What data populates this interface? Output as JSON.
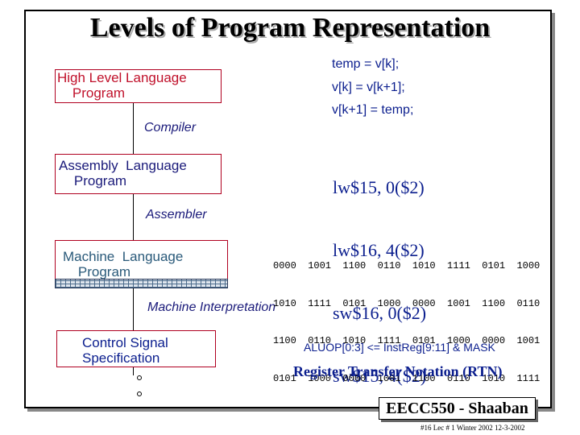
{
  "title": "Levels of Program Representation",
  "levels": {
    "high_level": "High Level Language\n    Program",
    "assembly": "Assembly  Language\n    Program",
    "machine": "Machine  Language\n    Program",
    "control_signal": "Control Signal\nSpecification"
  },
  "steps": {
    "compiler": "Compiler",
    "assembler": "Assembler",
    "machine_interpretation": "Machine Interpretation"
  },
  "high_level_code": [
    "temp = v[k];",
    "v[k] = v[k+1];",
    "v[k+1] = temp;"
  ],
  "assembly_code": [
    "lw$15, 0($2)",
    "lw$16, 4($2)",
    "sw$16, 0($2)",
    "sw$15, 4($2)"
  ],
  "machine_code": [
    "0000  1001  1100  0110  1010  1111  0101  1000",
    "1010  1111  0101  1000  0000  1001  1100  0110",
    "1100  0110  1010  1111  0101  1000  0000  1001",
    "0101  1000  0000  1001  1100  0110  1010  1111"
  ],
  "rtn": {
    "expression": "ALUOP[0:3] <= InstReg[9:11] & MASK",
    "title": "Register Transfer Notation (RTN)"
  },
  "footer": {
    "course": "EECC550 - Shaaban",
    "note": "#16   Lec # 1  Winter 2002  12-3-2002"
  },
  "colors": {
    "box_border": "#b00020",
    "code_blue": "#0b1e8e",
    "label_red": "#c0102a"
  }
}
